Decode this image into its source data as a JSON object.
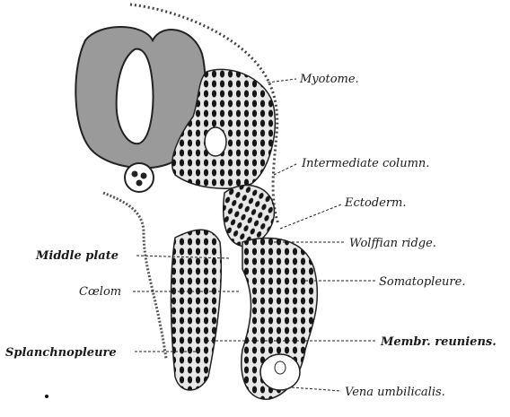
{
  "figure": {
    "labels": {
      "myotome": "Myotome.",
      "intermediate_column": "Intermediate column.",
      "ectoderm": "Ectoderm.",
      "wolffian_ridge": "Wolffian ridge.",
      "somatopleure": "Somatopleure.",
      "membr_reuniens": "Membr. reuniens.",
      "vena_umbilicalis": "Vena umbilicalis.",
      "middle_plate": "Middle plate",
      "coelom": "Cœlom",
      "splanchnopleure": "Splanchnopleure"
    }
  }
}
